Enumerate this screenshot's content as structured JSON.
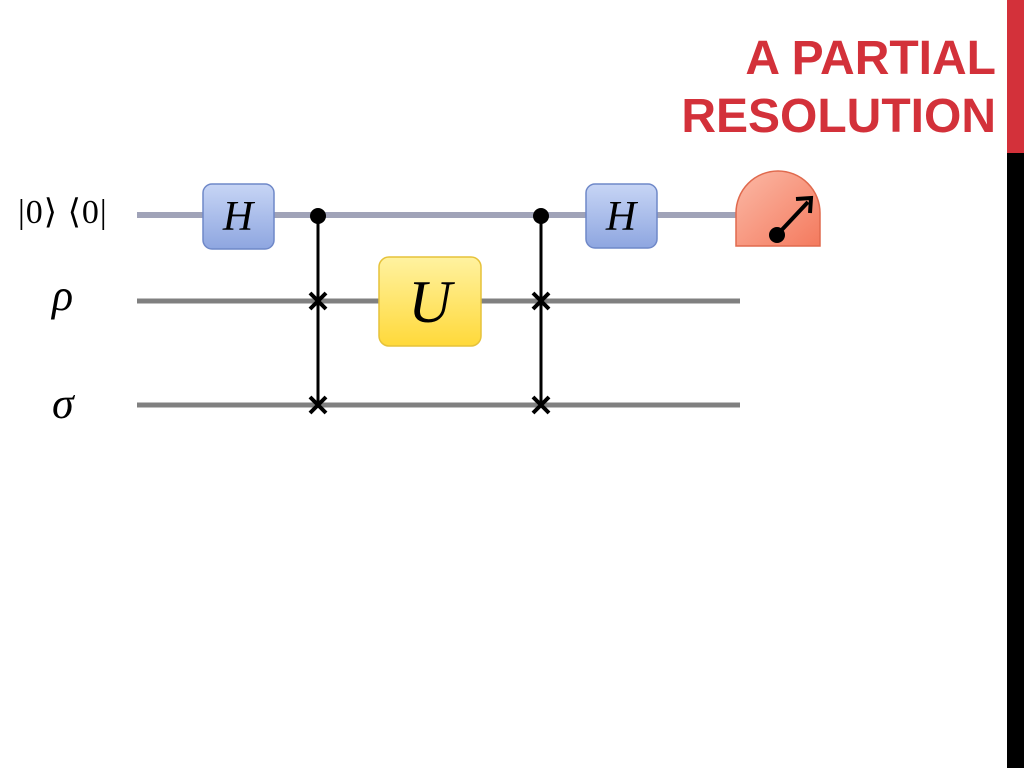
{
  "title": {
    "line1": "A PARTIAL",
    "line2": "RESOLUTION"
  },
  "circuit": {
    "wires": [
      {
        "label": "|0⟩ ⟨0|",
        "color": "#a0a3b8"
      },
      {
        "label": "ρ",
        "color": "#808080"
      },
      {
        "label": "σ",
        "color": "#808080"
      }
    ],
    "gates": [
      {
        "label": "H",
        "kind": "hadamard",
        "color": "#a4b8e8"
      },
      {
        "kind": "controlled-swap"
      },
      {
        "label": "U",
        "kind": "unitary",
        "color": "#ffe15a"
      },
      {
        "kind": "controlled-swap"
      },
      {
        "label": "H",
        "kind": "hadamard",
        "color": "#a4b8e8"
      },
      {
        "kind": "measurement",
        "icon": "meter-icon",
        "color": "#f58a70"
      }
    ]
  },
  "colors": {
    "accent": "#d3313a",
    "side_bar_top": "#d3313a",
    "side_bar_bottom": "#000000"
  }
}
